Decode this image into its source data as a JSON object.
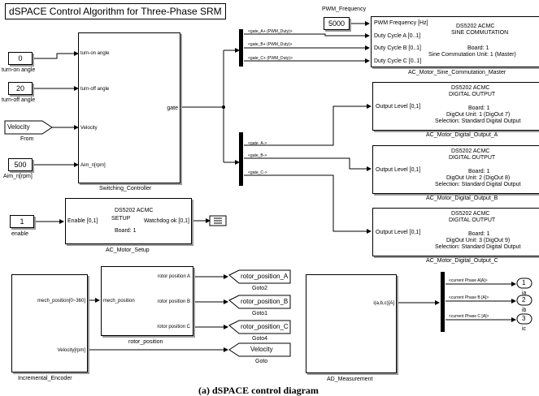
{
  "title": "dSPACE Control Algorithm for Three-Phase SRM",
  "caption": "(a) dSPACE control diagram",
  "constants": {
    "turn_on": {
      "value": "0",
      "label": "turn-on angle"
    },
    "turn_off": {
      "value": "20",
      "label": "turn-off angle"
    },
    "velocity_from": {
      "value": "Velocity",
      "label": "From"
    },
    "aim": {
      "value": "500",
      "label": "Aim_n[rpm]"
    },
    "enable": {
      "value": "1",
      "label": "enable"
    },
    "pwm_freq": {
      "value": "5000",
      "label": "PWM_Frequency"
    }
  },
  "switching_controller": {
    "name": "Switching_Controller",
    "inputs": [
      "turn-on angle",
      "turn-off angle",
      "Velocity",
      "Aim_n[rpm]"
    ],
    "output": "gate"
  },
  "mux_pwm_labels": [
    "<gate_A+ (PWM_Duty)>",
    "<gate_B+ (PWM_Duty)>",
    "<gate_C+ (PWM_Duty)>"
  ],
  "mux_digital_labels": [
    "<gate_A->",
    "<gate_B->",
    "<gate_C->"
  ],
  "sine_master": {
    "name": "AC_Motor_Sine_Commutation_Master",
    "ports": [
      "PWM Frequency [Hz]",
      "Duty Cycle A [0..1]",
      "Duty Cycle B [0..1]",
      "Duty Cycle C [0..1]"
    ],
    "line1": "DS5202 ACMC",
    "line2": "SINE COMMUTATION",
    "line3": "Board: 1",
    "line4": "Sine Commutation Unit: 1 (Master)"
  },
  "digital_outputs": [
    {
      "name": "AC_Motor_Digital_Output_A",
      "port": "Output Level [0,1]",
      "line1": "DS5202 ACMC",
      "line2": "DIGITAL OUTPUT",
      "line3": "Board: 1",
      "line4": "DigOut Unit: 1 (DigOut 7)",
      "line5": "Selection: Standard Digital Output"
    },
    {
      "name": "AC_Motor_Digital_Output_B",
      "port": "Output Level [0,1]",
      "line1": "DS5202 ACMC",
      "line2": "DIGITAL OUTPUT",
      "line3": "Board: 1",
      "line4": "DigOut Unit: 2 (DigOut 8)",
      "line5": "Selection: Standard Digital Output"
    },
    {
      "name": "AC_Motor_Digital_Output_C",
      "port": "Output Level [0,1]",
      "line1": "DS5202 ACMC",
      "line2": "DIGITAL OUTPUT",
      "line3": "Board: 1",
      "line4": "DigOut Unit: 3 (DigOut 9)",
      "line5": "Selection: Standard Digital Output"
    }
  ],
  "setup": {
    "name": "AC_Motor_Setup",
    "line1": "DS5202 ACMC",
    "line2": "SETUP",
    "line3": "Board: 1",
    "in_port": "Enable [0,1]",
    "out_port": "Watchdog ok [0,1]"
  },
  "encoder": {
    "name": "Incremental_Encoder",
    "out1": "mech_position[0~360]",
    "out2": "Velocity[rpm]"
  },
  "rotor_position": {
    "name": "rotor_position",
    "input": "mech_position",
    "outputs": [
      "rotor position A",
      "rotor position B",
      "rotor position C"
    ]
  },
  "gotos": [
    {
      "tag": "rotor_position_A",
      "label": "Goto2"
    },
    {
      "tag": "rotor_position_B",
      "label": "Goto1"
    },
    {
      "tag": "rotor_position_C",
      "label": "Goto4"
    },
    {
      "tag": "Velocity",
      "label": "Goto"
    }
  ],
  "ad_measurement": {
    "name": "AD_Measurement",
    "output": "i(a,b,c)[A]"
  },
  "current_labels": [
    "<current Phase A[A]>",
    "<current Phase B [A]>",
    "<current Phase C [A]>"
  ],
  "outports": [
    {
      "num": "1",
      "label": "ia"
    },
    {
      "num": "2",
      "label": "ib"
    },
    {
      "num": "3",
      "label": "ic"
    }
  ]
}
